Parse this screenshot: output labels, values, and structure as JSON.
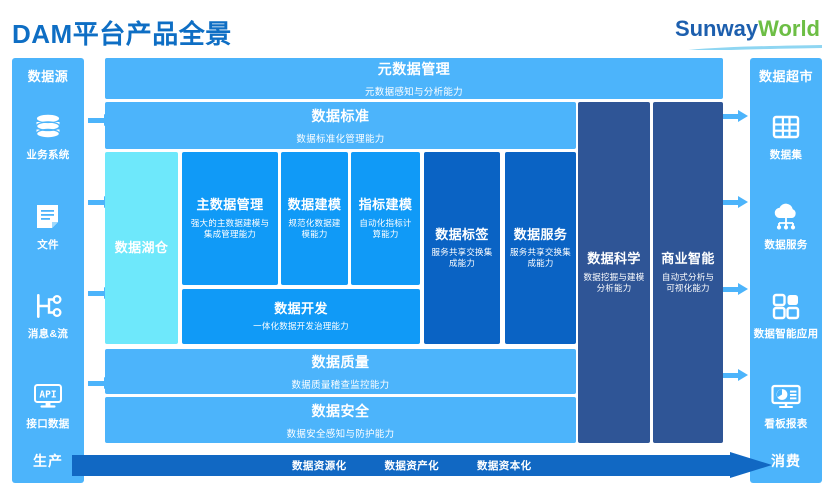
{
  "header": {
    "title": "DAM平台产品全景",
    "logo_primary": "Sunway",
    "logo_secondary": "World"
  },
  "colors": {
    "title_blue": "#0e6ec4",
    "band_blue": "#4cb4fb",
    "card_mid_blue": "#109af7",
    "card_deep_blue": "#0a63c4",
    "card_navy": "#2f5596",
    "lake_cyan": "#6ee8fb",
    "value_arrow": "#1168c3",
    "logo_green": "#6dbe45"
  },
  "left_panel": {
    "title": "数据源",
    "footer": "生产",
    "items": [
      {
        "label": "业务系统",
        "icon": "database-icon"
      },
      {
        "label": "文件",
        "icon": "document-icon"
      },
      {
        "label": "消息&流",
        "icon": "message-stream-icon"
      },
      {
        "label": "接口数据",
        "icon": "api-icon"
      }
    ]
  },
  "right_panel": {
    "title": "数据超市",
    "footer": "消费",
    "items": [
      {
        "label": "数据集",
        "icon": "grid-table-icon"
      },
      {
        "label": "数据服务",
        "icon": "cloud-service-icon"
      },
      {
        "label": "数据智能应用",
        "icon": "app-blocks-icon"
      },
      {
        "label": "看板报表",
        "icon": "dashboard-report-icon"
      }
    ]
  },
  "core": {
    "metadata": {
      "title": "元数据管理",
      "sub": "元数据感知与分析能力"
    },
    "standard": {
      "title": "数据标准",
      "sub": "数据标准化管理能力"
    },
    "quality": {
      "title": "数据质量",
      "sub": "数据质量稽查监控能力"
    },
    "security": {
      "title": "数据安全",
      "sub": "数据安全感知与防护能力"
    },
    "lake": {
      "title": "数据湖仓",
      "sub": ""
    },
    "cards": [
      {
        "title": "主数据管理",
        "sub": "强大的主数据建模与集成管理能力"
      },
      {
        "title": "数据建模",
        "sub": "规范化数据建模能力"
      },
      {
        "title": "指标建模",
        "sub": "自动化指标计算能力"
      },
      {
        "title": "数据标签",
        "sub": "服务共享交换集成能力"
      },
      {
        "title": "数据服务",
        "sub": "服务共享交换集成能力"
      }
    ],
    "development": {
      "title": "数据开发",
      "sub": "一体化数据开发治理能力"
    },
    "tall_cards": [
      {
        "title": "数据科学",
        "sub": "数据挖掘与建模分析能力"
      },
      {
        "title": "商业智能",
        "sub": "自动式分析与可视化能力"
      }
    ]
  },
  "value_chain": {
    "stages": [
      "数据资源化",
      "数据资产化",
      "数据资本化"
    ]
  }
}
